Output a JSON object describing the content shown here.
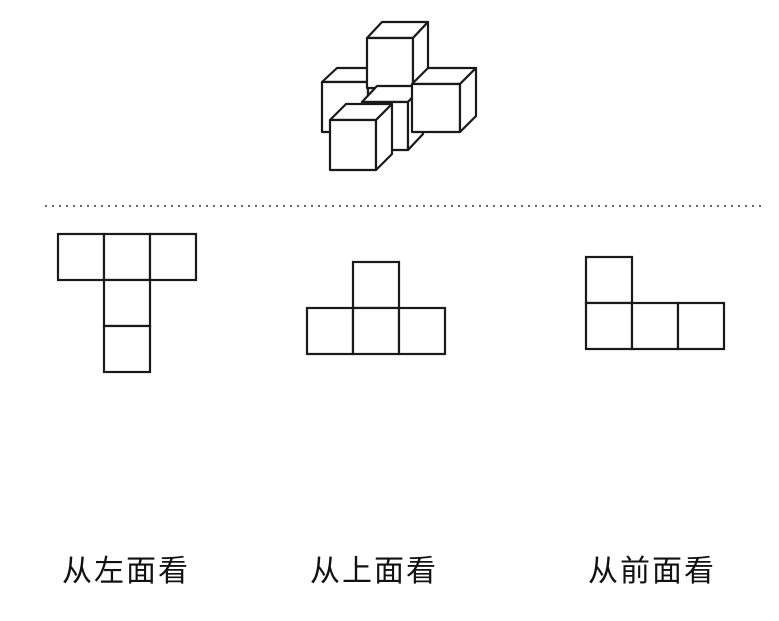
{
  "labels": {
    "left": "从左面看",
    "top": "从上面看",
    "front": "从前面看"
  },
  "colors": {
    "line": "#1a1a1a",
    "background": "#ffffff"
  }
}
